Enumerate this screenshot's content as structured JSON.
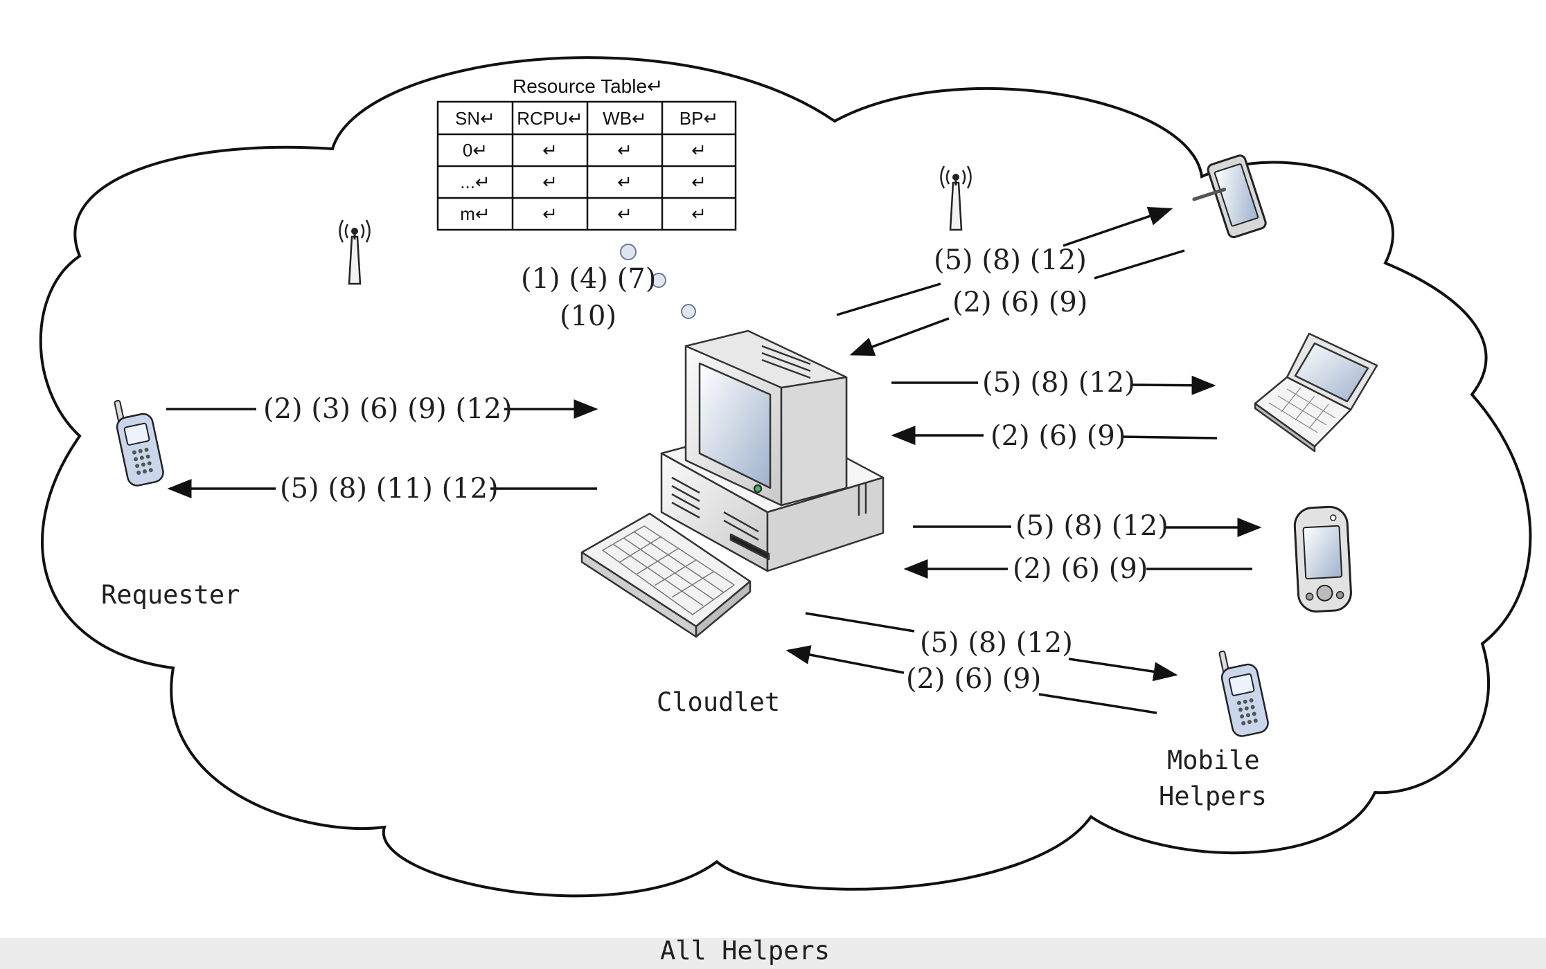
{
  "resource_table": {
    "title": "Resource Table↵",
    "headers": [
      "SN↵",
      "RCPU↵",
      "WB↵",
      "BP↵"
    ],
    "rows": [
      [
        "0↵",
        "↵",
        "↵",
        "↵"
      ],
      [
        "...↵",
        "↵",
        "↵",
        "↵"
      ],
      [
        "m↵",
        "↵",
        "↵",
        "↵"
      ]
    ]
  },
  "thought_labels": [
    "(1) (4) (7)",
    "(10)"
  ],
  "nodes": {
    "requester": "Requester",
    "cloudlet": "Cloudlet",
    "mobile_helpers": [
      "Mobile",
      "Helpers"
    ],
    "all_helpers": "All Helpers"
  },
  "arrow_labels": {
    "req_to_cloudlet": "(2) (3) (6) (9) (12)",
    "cloudlet_to_req": "(5) (8) (11) (12)",
    "to_tablet": "(5) (8) (12)",
    "from_tablet": "(2) (6) (9)",
    "to_laptop": "(5) (8) (12)",
    "from_laptop": "(2) (6) (9)",
    "to_pda": "(5) (8) (12)",
    "from_pda": "(2) (6) (9)",
    "to_phone": "(5) (8) (12)",
    "from_phone": "(2) (6) (9)"
  }
}
